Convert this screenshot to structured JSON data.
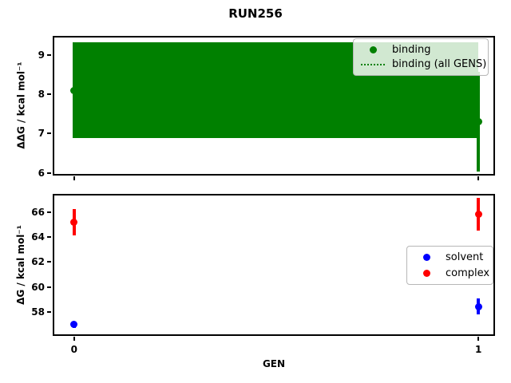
{
  "title": "RUN256",
  "chart_data": [
    {
      "type": "scatter",
      "title": "",
      "xlabel": "",
      "ylabel": "ΔΔG / kcal mol⁻¹",
      "xlim": [
        -0.053,
        1.041
      ],
      "ylim": [
        5.93,
        9.49
      ],
      "yticks": [
        6,
        7,
        8,
        9
      ],
      "xticks": [
        0,
        1
      ],
      "xticklabels": [
        "",
        ""
      ],
      "series": [
        {
          "name": "binding",
          "color": "#008000",
          "marker": "circle",
          "x": [
            0,
            1
          ],
          "y": [
            8.1,
            7.3
          ],
          "yerr": [
            1.22,
            1.27
          ]
        }
      ],
      "band": {
        "name": "binding (all GENS)",
        "color": "#008000",
        "line_style": "dotted",
        "x": [
          0,
          1
        ],
        "y_low": 6.88,
        "y_high": 9.33
      },
      "legend": [
        {
          "label": "binding",
          "marker": "dot",
          "color": "#008000"
        },
        {
          "label": "binding (all GENS)",
          "marker": "dotted-line",
          "color": "#008000"
        }
      ],
      "legend_position": "upper right",
      "grid": false
    },
    {
      "type": "scatter",
      "title": "",
      "xlabel": "GEN",
      "ylabel": "ΔG / kcal mol⁻¹",
      "xlim": [
        -0.053,
        1.041
      ],
      "ylim": [
        56.1,
        67.45
      ],
      "yticks": [
        58,
        60,
        62,
        64,
        66
      ],
      "xticks": [
        0,
        1
      ],
      "xticklabels": [
        "0",
        "1"
      ],
      "series": [
        {
          "name": "solvent",
          "color": "#0000ff",
          "marker": "circle",
          "x": [
            0,
            1
          ],
          "y": [
            57.0,
            58.45
          ],
          "yerr": [
            0.25,
            0.65
          ]
        },
        {
          "name": "complex",
          "color": "#ff0000",
          "marker": "circle",
          "x": [
            0,
            1
          ],
          "y": [
            65.2,
            65.8
          ],
          "yerr": [
            1.05,
            1.3
          ]
        }
      ],
      "legend": [
        {
          "label": "solvent",
          "marker": "dot",
          "color": "#0000ff"
        },
        {
          "label": "complex",
          "marker": "dot",
          "color": "#ff0000"
        }
      ],
      "legend_position": "center right",
      "grid": false
    }
  ]
}
